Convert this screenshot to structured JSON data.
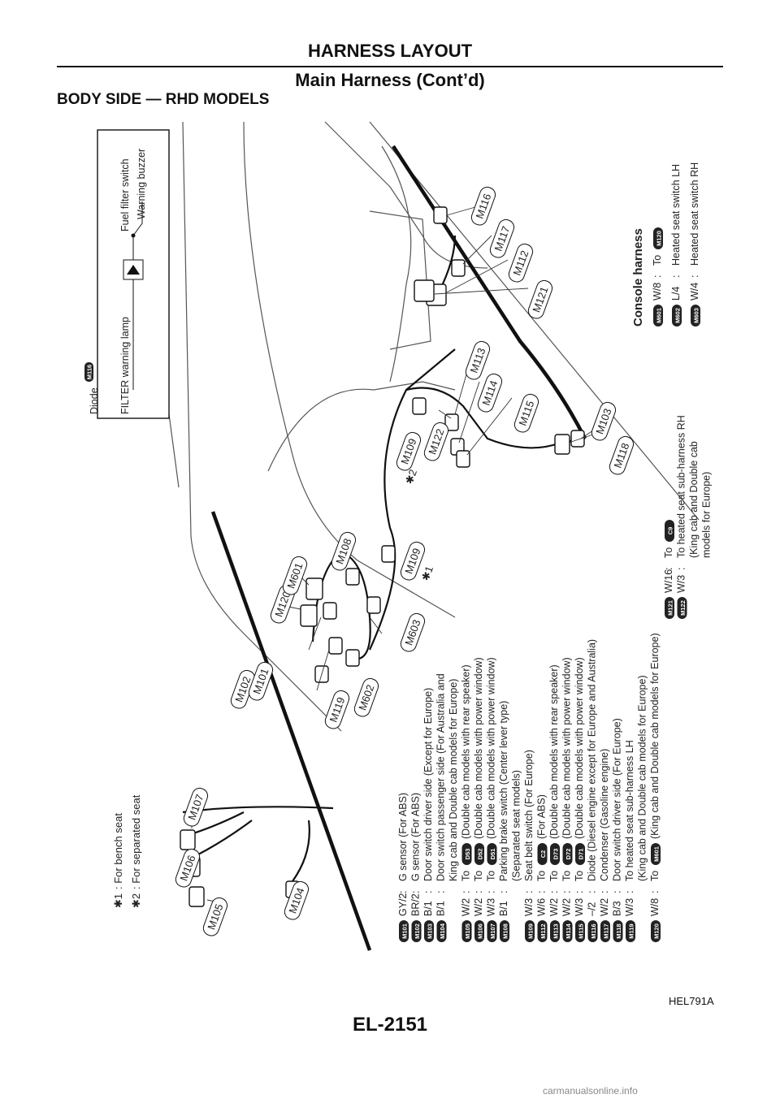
{
  "header": {
    "title": "HARNESS LAYOUT",
    "subtitle": "Main Harness (Cont’d)"
  },
  "section_title": "BODY SIDE — RHD MODELS",
  "figure_code": "HEL791A",
  "page_code": "EL-2151",
  "footer": "carmanualsonline.info",
  "notes": {
    "n1": {
      "mark": "✱1",
      "text": ": For bench seat"
    },
    "n2": {
      "mark": "✱2",
      "text": ": For separated seat"
    }
  },
  "inset": {
    "diode_label": "Diode",
    "diode_tag": "M116",
    "filter_lamp": "FILTER warning lamp",
    "fuel_switch": "Fuel filter switch",
    "buzzer": "Warning buzzer"
  },
  "callouts": {
    "m105": "M105",
    "m106": "M106",
    "m107": "M107",
    "m104": "M104",
    "m102": "M102",
    "m101": "M101",
    "m119": "M119",
    "m602": "M602",
    "m120": "M120",
    "m601": "M601",
    "m108": "M108",
    "m603": "M603",
    "m109a": "M109",
    "m109b": "M109",
    "m122": "M122",
    "m113": "M113",
    "m114": "M114",
    "m115": "M115",
    "m103": "M103",
    "m118": "M118",
    "m116": "M116",
    "m117": "M117",
    "m112": "M112",
    "m121": "M121",
    "star1": "✱1",
    "star2": "✱2"
  },
  "legend": [
    {
      "id": "M101",
      "code": "GY/2",
      "sep": ":",
      "text": "G sensor (For ABS)"
    },
    {
      "id": "M102",
      "code": "BR/2",
      "sep": ":",
      "text": "G sensor (For ABS)"
    },
    {
      "id": "M103",
      "code": "B/1",
      "sep": ":",
      "text": "Door switch driver side (Except for Europe)"
    },
    {
      "id": "M104",
      "code": "B/1",
      "sep": ":",
      "text": "Door switch passenger side (For Australia and"
    },
    {
      "id": "",
      "code": "",
      "sep": "",
      "text": "King cab and Double cab models for Europe)"
    },
    {
      "id": "M105",
      "code": "W/2",
      "sep": ":",
      "text": "To",
      "to": "D53",
      "rest": "(Double cab models with rear speaker)"
    },
    {
      "id": "M106",
      "code": "W/2",
      "sep": ":",
      "text": "To",
      "to": "D52",
      "rest": "(Double cab models with power window)"
    },
    {
      "id": "M107",
      "code": "W/3",
      "sep": ":",
      "text": "To",
      "to": "D51",
      "rest": "(Double cab models with power window)"
    },
    {
      "id": "M108",
      "code": "B/1",
      "sep": ":",
      "text": "Parking brake switch (Center lever type)"
    },
    {
      "id": "",
      "code": "",
      "sep": "",
      "text": "(Separated seat models)"
    },
    {
      "id": "M109",
      "code": "W/3",
      "sep": ":",
      "text": "Seat belt switch (For Europe)"
    },
    {
      "id": "M112",
      "code": "W/6",
      "sep": ":",
      "text": "To",
      "to": "C2",
      "rest": "(For ABS)"
    },
    {
      "id": "M113",
      "code": "W/2",
      "sep": ":",
      "text": "To",
      "to": "D73",
      "rest": "(Double cab models with rear speaker)"
    },
    {
      "id": "M114",
      "code": "W/2",
      "sep": ":",
      "text": "To",
      "to": "D72",
      "rest": "(Double cab models with power window)"
    },
    {
      "id": "M115",
      "code": "W/3",
      "sep": ":",
      "text": "To",
      "to": "D71",
      "rest": "(Double cab models with power window)"
    },
    {
      "id": "M116",
      "code": "–/2",
      "sep": ":",
      "text": "Diode (Diesel engine except for Europe and Australia)"
    },
    {
      "id": "M117",
      "code": "W/2",
      "sep": ":",
      "text": "Condenser (Gasoline engine)"
    },
    {
      "id": "M118",
      "code": "B/3",
      "sep": ":",
      "text": "Door switch driver side (For Europe)"
    },
    {
      "id": "M119",
      "code": "W/3",
      "sep": ":",
      "text": "To heated seat sub-harness LH"
    },
    {
      "id": "",
      "code": "",
      "sep": "",
      "text": "(King cab and Double cab models for Europe)"
    },
    {
      "id": "M120",
      "code": "W/8",
      "sep": ":",
      "text": "To",
      "to": "M601",
      "rest": "(King cab and Double cab models for Europe)"
    }
  ],
  "legend2": [
    {
      "id": "M121",
      "code": "W/16",
      "sep": ":",
      "text": "To",
      "to": "C9",
      "rest": ""
    },
    {
      "id": "M122",
      "code": "W/3",
      "sep": ":",
      "text": "To heated seat sub-harness RH"
    },
    {
      "id": "",
      "code": "",
      "sep": "",
      "text": "(King cab and Double cab"
    },
    {
      "id": "",
      "code": "",
      "sep": "",
      "text": "models for Europe)"
    }
  ],
  "console": {
    "title": "Console harness",
    "rows": [
      {
        "id": "M601",
        "code": "W/8",
        "sep": ":",
        "text": "To",
        "to": "M120",
        "rest": ""
      },
      {
        "id": "M602",
        "code": "L/4",
        "sep": ":",
        "text": "Heated seat switch LH"
      },
      {
        "id": "M603",
        "code": "W/4",
        "sep": ":",
        "text": "Heated seat switch RH"
      }
    ]
  }
}
